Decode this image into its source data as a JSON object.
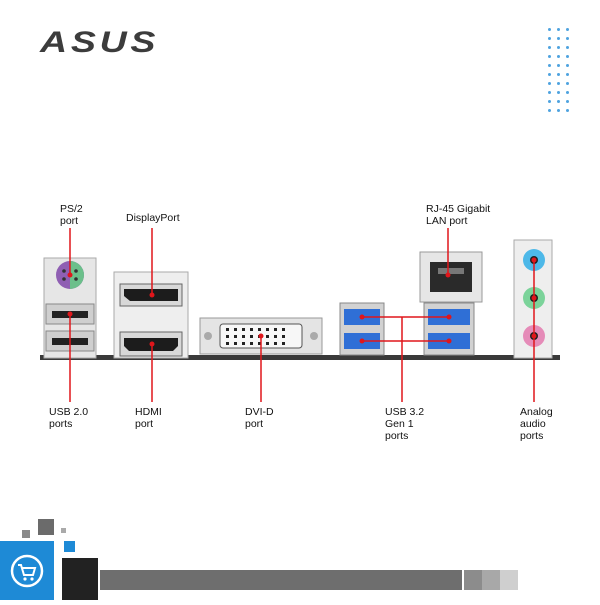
{
  "brand": {
    "logo_text": "ASUS"
  },
  "accent_colors": {
    "callout_line": "#e0161b",
    "usb3_blue": "#2f6fd6",
    "store_blue": "#1e8ad6"
  },
  "labels": {
    "ps2": "PS/2\nport",
    "displayport": "DisplayPort",
    "rj45": "RJ-45 Gigabit\nLAN port",
    "usb20": "USB 2.0\nports",
    "hdmi": "HDMI\nport",
    "dvid": "DVI-D\nport",
    "usb32": "USB 3.2\nGen 1\nports",
    "audio": "Analog\naudio\nports"
  },
  "icons": {
    "cart": "shopping-cart-icon"
  }
}
